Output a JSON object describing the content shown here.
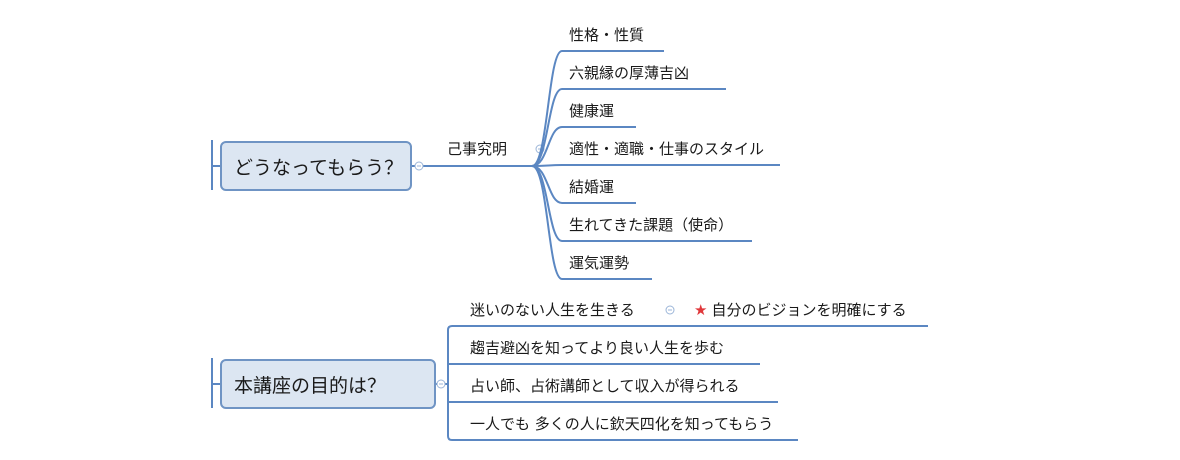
{
  "root1": {
    "label": "どうなってもらう？",
    "branch": {
      "label": "己事究明",
      "items": [
        "性格・性質",
        "六親縁の厚薄吉凶",
        "健康運",
        "適性・適職・仕事のスタイル",
        "結婚運",
        "生れてきた課題（使命）",
        "運気運勢"
      ]
    }
  },
  "root2": {
    "label": "本講座の目的は？",
    "items": [
      "迷いのない人生を生きる",
      "趨吉避凶を知ってより良い人生を歩む",
      "占い師、占術講師として収入が得られる",
      "一人でも 多くの人に欽天四化を知ってもらう"
    ],
    "sub": {
      "label": "自分のビジョンを明確にする",
      "icon": "star-icon",
      "icon_color": "#e0383b"
    }
  },
  "colors": {
    "line": "#5b87c2",
    "node_fill": "#dce6f2",
    "node_border": "#6f94c4",
    "collapse": "#9bb5d8"
  }
}
